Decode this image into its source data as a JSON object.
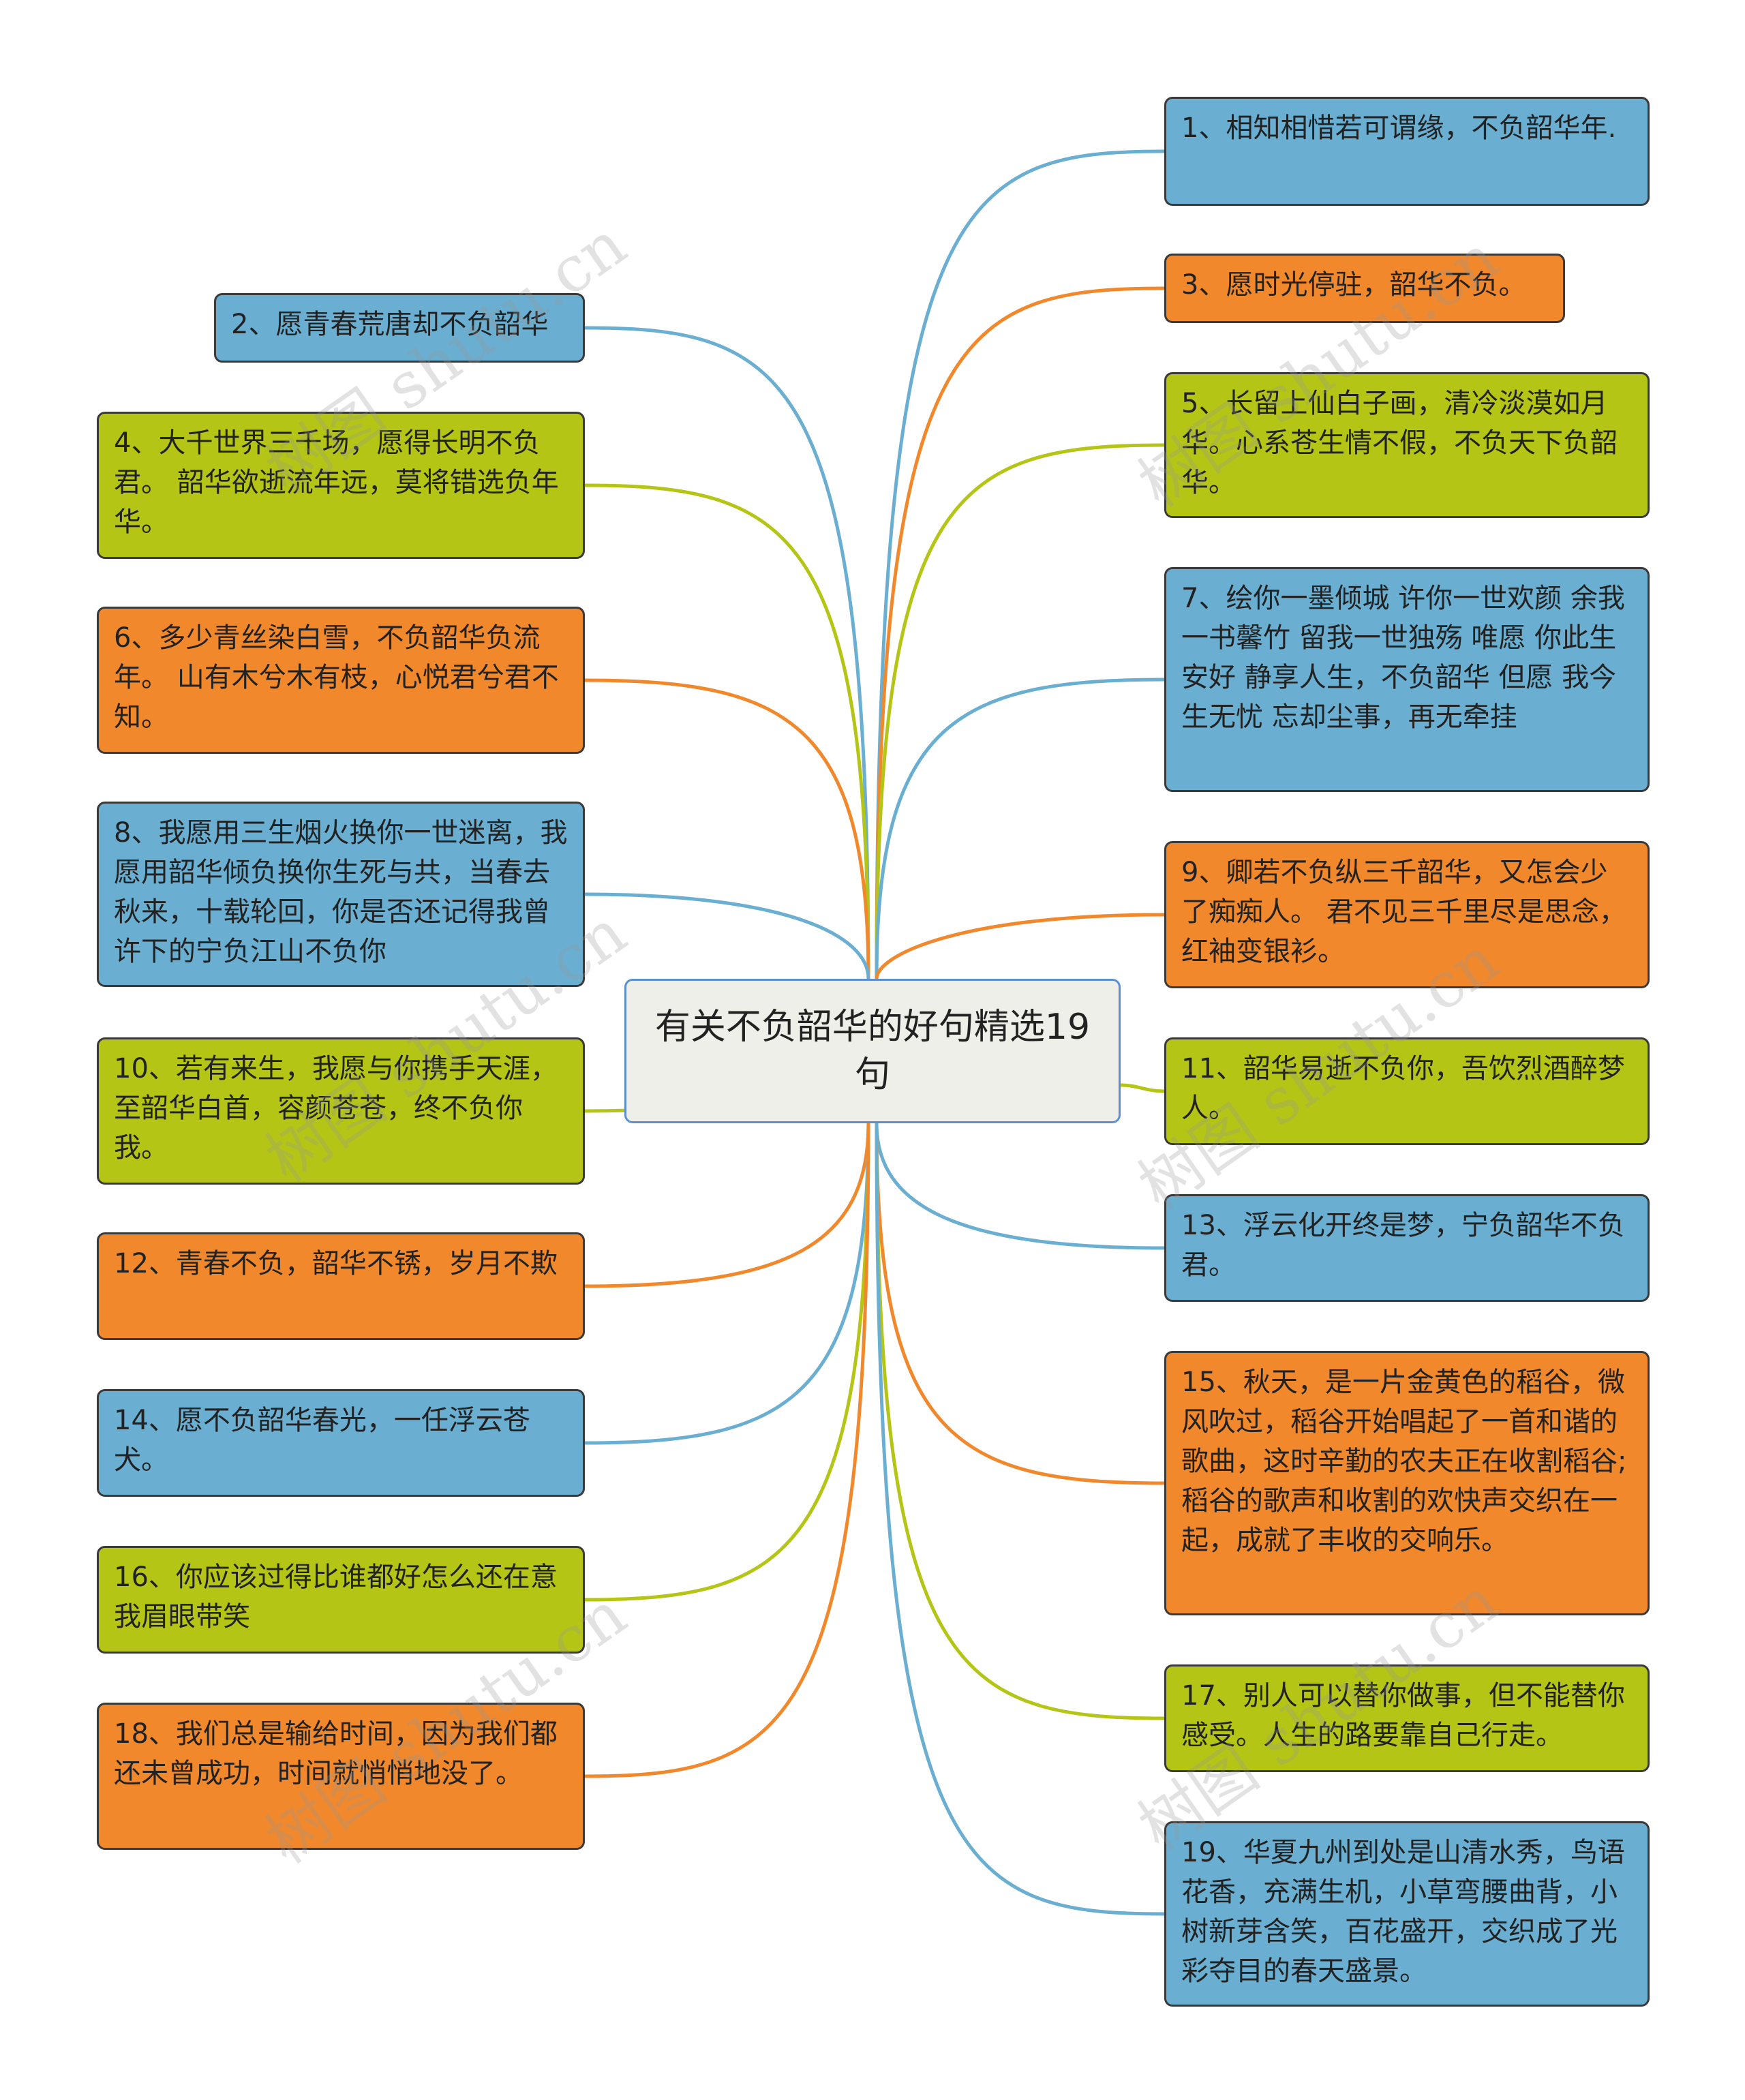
{
  "title": "有关不负韶华的好句精选19句",
  "watermark": "树图 shutu.cn",
  "colors": {
    "blue": "#6aafd1",
    "orange": "#f2882c",
    "green": "#b5c515",
    "line_blue": "#6aafd1",
    "line_orange": "#f2882c",
    "line_green": "#b5c515"
  },
  "right": [
    {
      "text": "1、相知相惜若可谓缘，不负韶华年.",
      "color": "blue"
    },
    {
      "text": "3、愿时光停驻，韶华不负。",
      "color": "orange"
    },
    {
      "text": "5、长留上仙白子画，清冷淡漠如月华。心系苍生情不假，不负天下负韶华。",
      "color": "green"
    },
    {
      "text": "7、绘你一墨倾城 许你一世欢颜 余我一书馨竹 留我一世独殇 唯愿 你此生安好 静享人生，不负韶华 但愿 我今生无忧 忘却尘事，再无牵挂",
      "color": "blue"
    },
    {
      "text": "9、卿若不负纵三千韶华，又怎会少了痴痴人。 君不见三千里尽是思念，红袖变银衫。",
      "color": "orange"
    },
    {
      "text": "11、韶华易逝不负你，吾饮烈酒醉梦人。",
      "color": "green"
    },
    {
      "text": "13、浮云化开终是梦，宁负韶华不负君。",
      "color": "blue"
    },
    {
      "text": "15、秋天，是一片金黄色的稻谷，微风吹过，稻谷开始唱起了一首和谐的歌曲，这时辛勤的农夫正在收割稻谷;稻谷的歌声和收割的欢快声交织在一起，成就了丰收的交响乐。",
      "color": "orange"
    },
    {
      "text": "17、别人可以替你做事，但不能替你感受。人生的路要靠自己行走。",
      "color": "green"
    },
    {
      "text": "19、华夏九州到处是山清水秀，鸟语花香，充满生机，小草弯腰曲背，小树新芽含笑，百花盛开，交织成了光彩夺目的春天盛景。",
      "color": "blue"
    }
  ],
  "left": [
    {
      "text": "2、愿青春荒唐却不负韶华",
      "color": "blue"
    },
    {
      "text": "4、大千世界三千场，愿得长明不负君。 韶华欲逝流年远，莫将错选负年华。",
      "color": "green"
    },
    {
      "text": "6、多少青丝染白雪，不负韶华负流年。 山有木兮木有枝，心悦君兮君不知。",
      "color": "orange"
    },
    {
      "text": "8、我愿用三生烟火换你一世迷离，我愿用韶华倾负换你生死与共，当春去秋来，十载轮回，你是否还记得我曾许下的宁负江山不负你",
      "color": "blue"
    },
    {
      "text": "10、若有来生，我愿与你携手天涯，至韶华白首，容颜苍苍，终不负你我。",
      "color": "green"
    },
    {
      "text": "12、青春不负，韶华不锈，岁月不欺",
      "color": "orange"
    },
    {
      "text": "14、愿不负韶华春光，一任浮云苍犬。",
      "color": "blue"
    },
    {
      "text": "16、你应该过得比谁都好怎么还在意我眉眼带笑",
      "color": "green"
    },
    {
      "text": "18、我们总是输给时间，因为我们都还未曾成功，时间就悄悄地没了。",
      "color": "orange"
    }
  ]
}
